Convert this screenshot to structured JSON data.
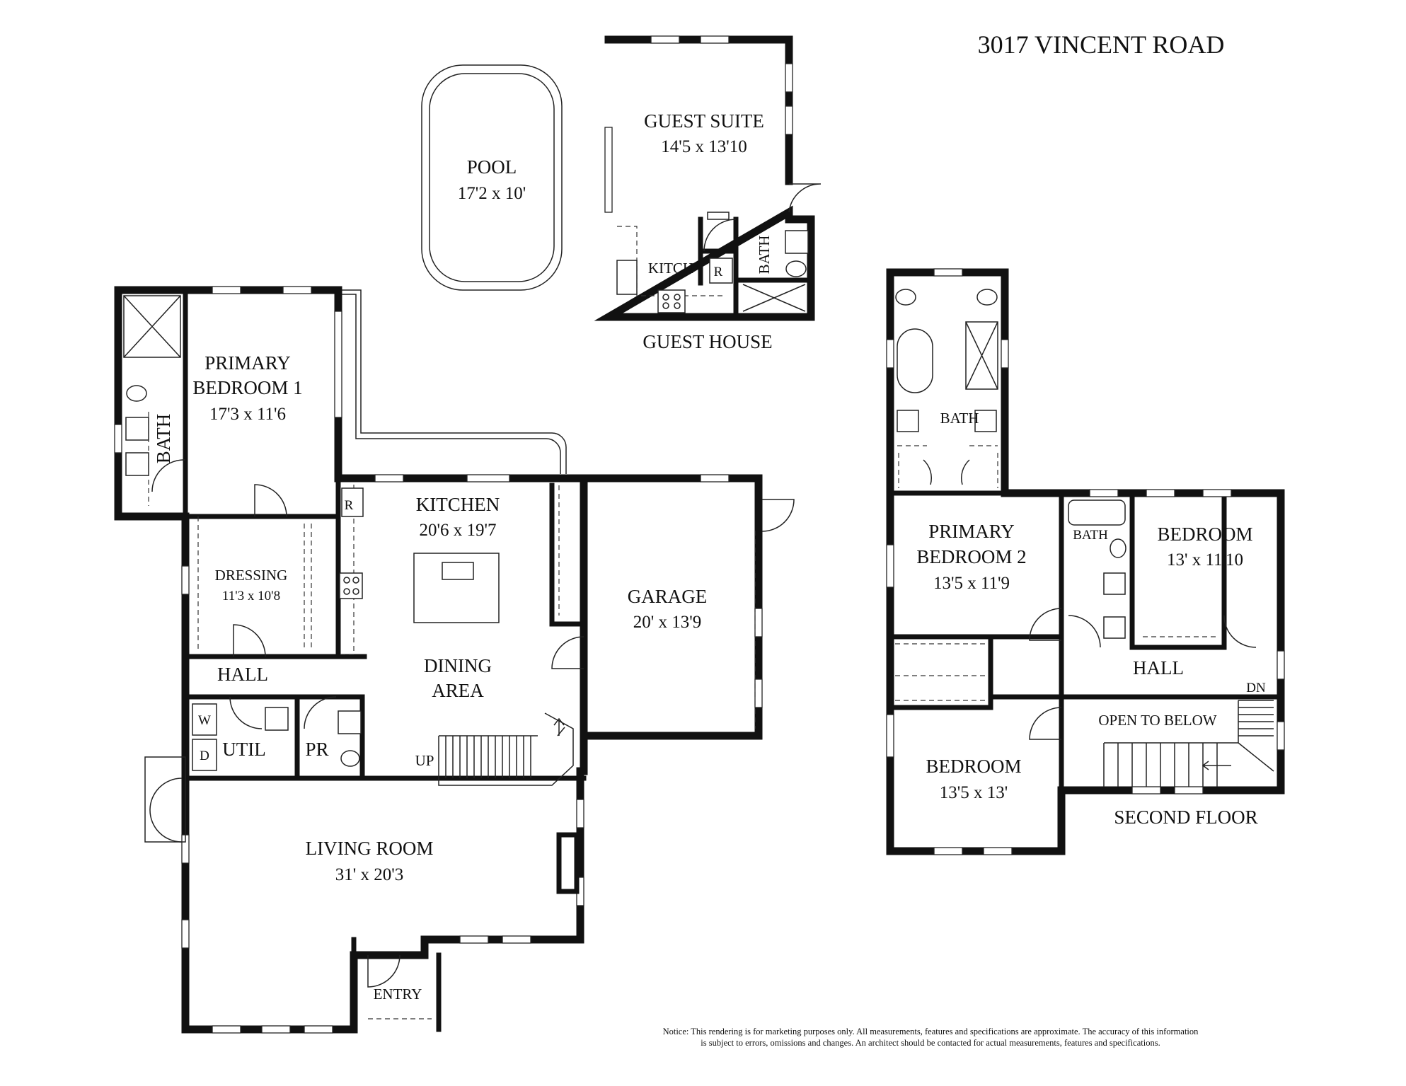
{
  "title": "3017 VINCENT ROAD",
  "guest_house": {
    "label": "GUEST HOUSE",
    "pool": {
      "name": "POOL",
      "size": "17'2 x 10'"
    },
    "guest_suite": {
      "name": "GUEST SUITE",
      "size": "14'5 x 13'10"
    },
    "kitch": "KITCH",
    "fridge": "R",
    "bath": "BATH"
  },
  "first_floor": {
    "primary_bedroom_1": {
      "line1": "PRIMARY",
      "line2": "BEDROOM 1",
      "size": "17'3 x 11'6"
    },
    "bath": "BATH",
    "dressing": {
      "name": "DRESSING",
      "size": "11'3 x 10'8"
    },
    "kitchen": {
      "name": "KITCHEN",
      "size": "20'6 x 19'7"
    },
    "fridge": "R",
    "garage": {
      "name": "GARAGE",
      "size": "20' x 13'9"
    },
    "hall": "HALL",
    "dining": {
      "line1": "DINING",
      "line2": "AREA"
    },
    "washer": "W",
    "dryer": "D",
    "util": "UTIL",
    "pr": "PR",
    "up": "UP",
    "living_room": {
      "name": "LIVING ROOM",
      "size": "31' x 20'3"
    },
    "entry": "ENTRY"
  },
  "second_floor": {
    "label": "SECOND FLOOR",
    "bath_primary": "BATH",
    "primary_bedroom_2": {
      "line1": "PRIMARY",
      "line2": "BEDROOM 2",
      "size": "13'5 x 11'9"
    },
    "bath": "BATH",
    "bedroom_a": {
      "name": "BEDROOM",
      "size": "13' x 11'10"
    },
    "hall": "HALL",
    "dn": "DN",
    "open_to_below": "OPEN TO BELOW",
    "bedroom_b": {
      "name": "BEDROOM",
      "size": "13'5 x 13'"
    }
  },
  "notice": {
    "line1": "Notice: This rendering is for marketing purposes only. All measurements, features and specifications are approximate. The accuracy of this information",
    "line2": "is subject to errors, omissions and changes. An architect should be contacted for actual measurements, features and specifications."
  }
}
